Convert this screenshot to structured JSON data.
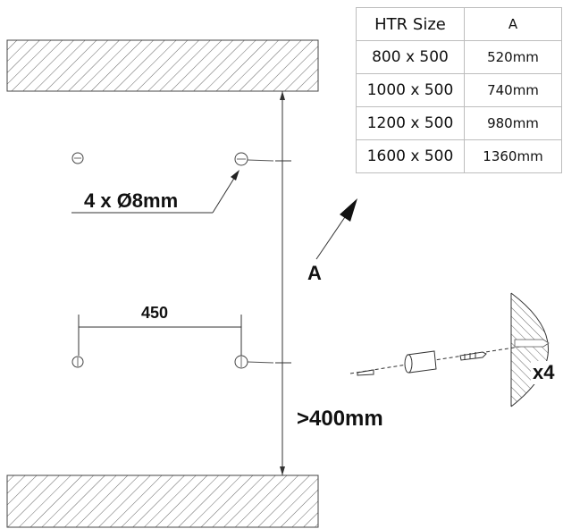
{
  "table": {
    "headers": [
      "HTR Size",
      "A"
    ],
    "rows": [
      [
        "800 x 500",
        "520mm"
      ],
      [
        "1000 x 500",
        "740mm"
      ],
      [
        "1200 x 500",
        "980mm"
      ],
      [
        "1600 x 500",
        "1360mm"
      ]
    ]
  },
  "labels": {
    "holes": "4 x Ø8mm",
    "spacing": "450",
    "clearance": ">400mm",
    "ref": "A",
    "qty": "x4"
  }
}
